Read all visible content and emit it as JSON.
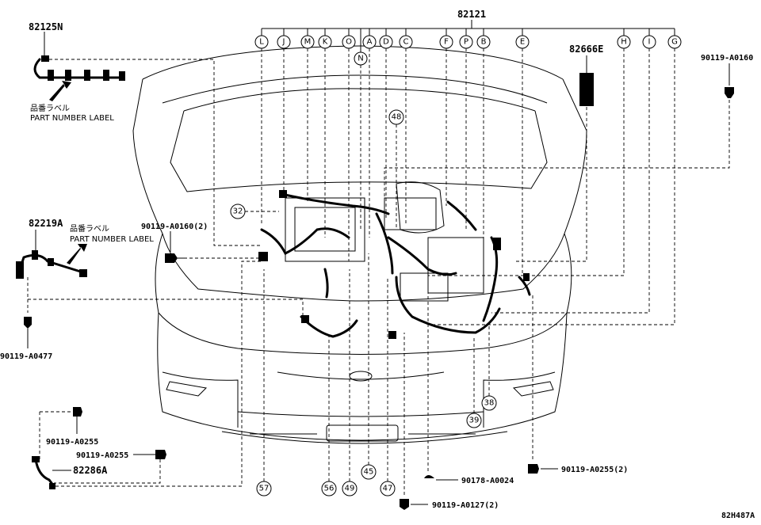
{
  "parts": {
    "main_harness": "82121",
    "hood_wire": "82125N",
    "engine_wire": "82219A",
    "relay": "82666E",
    "clamp_wire": "82286A"
  },
  "labels": {
    "part_number_label_jp": "品番ラベル",
    "part_number_label_en": "PART NUMBER LABEL"
  },
  "bolts": {
    "b_a0160_top": "90119-A0160",
    "b_a0160_2": "90119-A0160(2)",
    "b_a0477": "90119-A0477",
    "b_a0255_1": "90119-A0255",
    "b_a0255_2": "90119-A0255",
    "b_a0255_3": "90119-A0255(2)",
    "b_a0024": "90178-A0024",
    "b_a0127": "90119-A0127(2)"
  },
  "letters": [
    "L",
    "J",
    "M",
    "K",
    "O",
    "N",
    "A",
    "D",
    "C",
    "F",
    "P",
    "B",
    "E",
    "H",
    "I",
    "G"
  ],
  "callouts": {
    "c32": "32",
    "c48": "48",
    "c38": "38",
    "c39": "39",
    "c57": "57",
    "c56": "56",
    "c49": "49",
    "c45": "45",
    "c47": "47"
  },
  "diagram_id": "82H487A"
}
